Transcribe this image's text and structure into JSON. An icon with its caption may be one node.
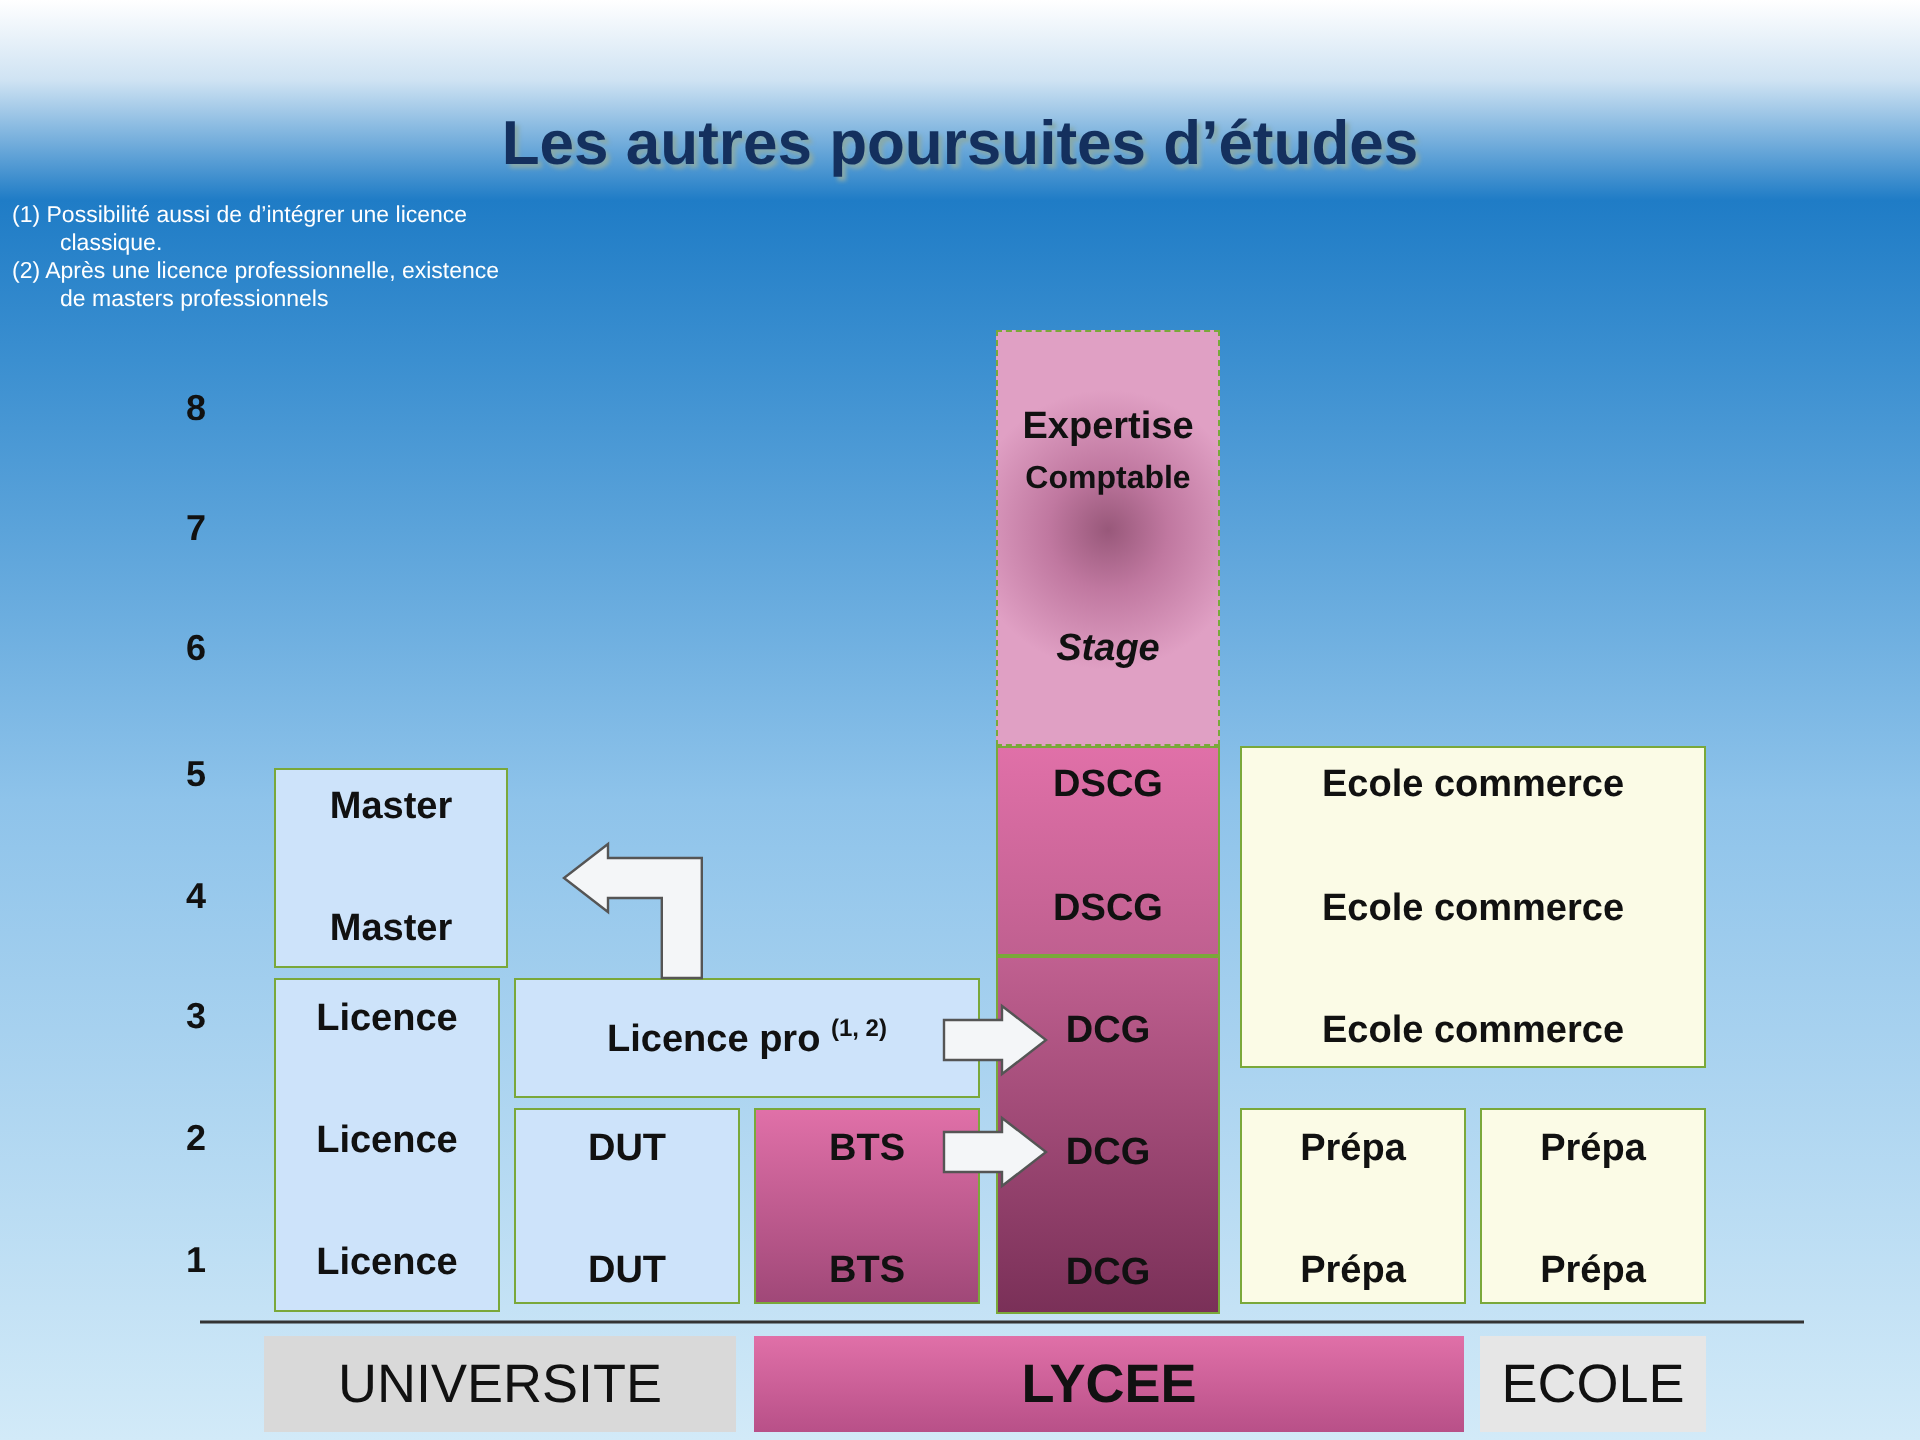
{
  "diagram": {
    "title": "Les autres poursuites d’études",
    "nodes": [
      {
        "text": [
          "Master",
          "Master"
        ]
      },
      {
        "text": [
          "Licence",
          "Licence",
          "Licence"
        ]
      },
      {
        "text": [
          "Licence pro $^{(1, 2)}$"
        ]
      },
      {
        "text": [
          "DUT",
          "DUT"
        ]
      },
      {
        "text": [
          "BTS",
          "BTS"
        ]
      },
      {
        "text": [
          "Expertise",
          "Comptable",
          "Stage"
        ]
      },
      {
        "text": [
          "DSCG",
          "DSCG"
        ]
      },
      {
        "text": [
          "DCG",
          "DCG",
          "DCG"
        ]
      },
      {
        "text": [
          "Ecole commerce",
          "Ecole commerce",
          "Ecole commerce"
        ]
      },
      {
        "text": [
          "Prépa",
          "Prépa"
        ]
      },
      {
        "text": [
          "Prépa",
          "Prépa"
        ]
      },
      {
        "text": [
          "UNIVERSITE"
        ]
      },
      {
        "text": [
          "LYCEE"
        ]
      },
      {
        "text": [
          "ECOLE"
        ]
      }
    ],
    "edges": [
      {
        "from": 2,
        "to": 0,
        "arrow": "to"
      },
      {
        "from": 2,
        "to": 7,
        "arrow": "to"
      },
      {
        "from": 4,
        "to": 7,
        "arrow": "to"
      }
    ],
    "labels": [
      "(1) Possibilité aussi de d’intégrer une licence classique.",
      "(2) Après une licence professionnelle, existence de masters professionnels",
      "8",
      "7",
      "6",
      "5",
      "4",
      "3",
      "2",
      "1"
    ]
  }
}
